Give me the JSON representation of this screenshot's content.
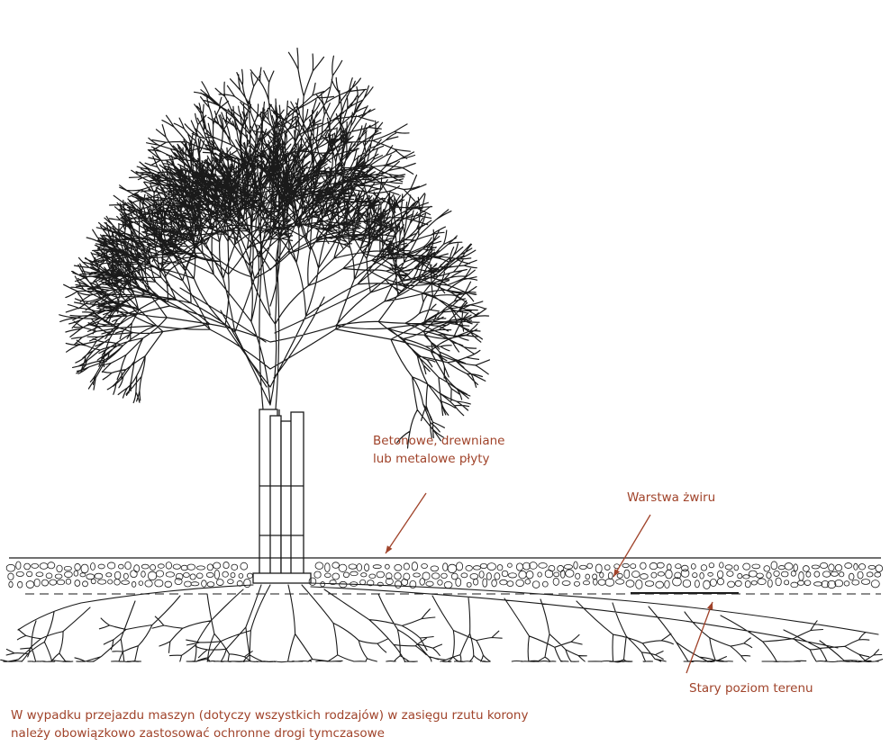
{
  "labels": {
    "plates": [
      "Betonowe, drewniane",
      "lub metalowe płyty"
    ],
    "gravel": "Warstwa żwiru",
    "old_level": "Stary poziom terenu"
  },
  "caption": [
    "W wypadku przejazdu maszyn (dotyczy wszystkich rodzajów) w zasięgu rzutu korony",
    "należy obowiązkowo zastosować ochronne drogi tymczasowe"
  ],
  "colors": {
    "line": "#1a1a1a",
    "annotation": "#a0432a"
  }
}
